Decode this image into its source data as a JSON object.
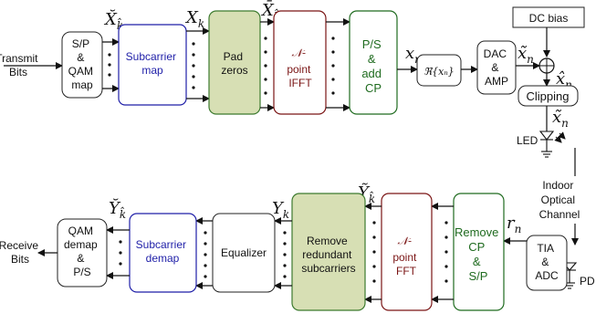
{
  "tx": {
    "input_label": [
      "Transmit",
      "Bits"
    ],
    "sp_qam": [
      "S/P",
      "&",
      "QAM",
      "map"
    ],
    "subcarrier_map": [
      "Subcarrier",
      "map"
    ],
    "pad_zeros": [
      "Pad",
      "zeros"
    ],
    "ifft": [
      "𝒩-",
      "point",
      "IFFT"
    ],
    "ps_cp": [
      "P/S",
      "&",
      "add",
      "CP"
    ],
    "real_part": "ℜ{xₙ}",
    "dac_amp": [
      "DAC",
      "&",
      "AMP"
    ],
    "dc_bias": "DC bias",
    "clipping": "Clipping",
    "led": "LED"
  },
  "channel": [
    "Indoor",
    "Optical",
    "Channel"
  ],
  "rx": {
    "pd": "PD",
    "tia_adc": [
      "TIA",
      "&",
      "ADC"
    ],
    "remove_cp": [
      "Remove",
      "CP",
      "&",
      "S/P"
    ],
    "fft": [
      "𝒩-",
      "point",
      "FFT"
    ],
    "remove_redundant": [
      "Remove",
      "redundant",
      "subcarriers"
    ],
    "equalizer": "Equalizer",
    "subcarrier_demap": [
      "Subcarrier",
      "demap"
    ],
    "qam_demap": [
      "QAM",
      "demap",
      "&",
      "P/S"
    ],
    "output_label": [
      "Receive",
      "Bits"
    ]
  },
  "signals": {
    "x_breve_k": "X̆",
    "x_k": "X",
    "x_bar_k": "X̄",
    "x_n": "x",
    "x_tilde_n": "x̃",
    "x_hat_n": "x̂",
    "x_tilde_n2": "x̃",
    "r_n": "r",
    "y_tilde_k": "Ỹ",
    "y_k": "Y",
    "y_breve_k": "Y̆",
    "sub_k": "k",
    "sub_k_hat": "k̂",
    "sub_n": "n"
  },
  "colors": {
    "black_block": "#222222",
    "subcarrier_blue": "#1f1fa8",
    "pad_green_fill": "#d7dfb4",
    "pad_green_border": "#3c7a2e",
    "ifft_red": "#7a1414",
    "ps_green": "#1f6b1f",
    "rx_green": "#1f6b1f"
  }
}
